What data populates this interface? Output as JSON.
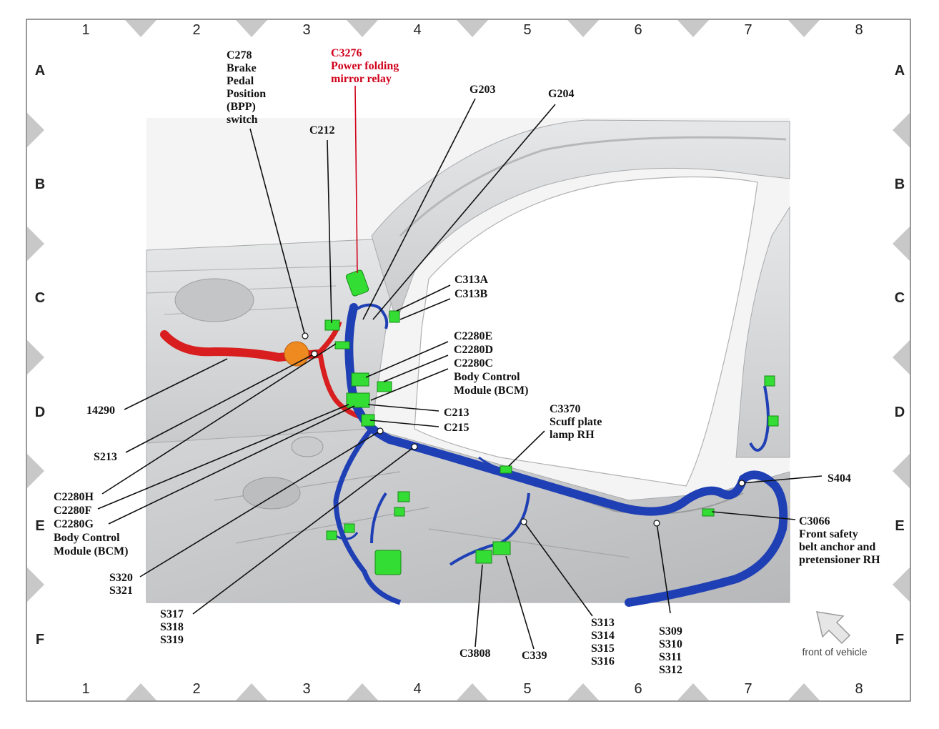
{
  "grid": {
    "columns": [
      "1",
      "2",
      "3",
      "4",
      "5",
      "6",
      "7",
      "8"
    ],
    "rows": [
      "A",
      "B",
      "C",
      "D",
      "E",
      "F"
    ]
  },
  "colors": {
    "harness_blue": "#1f3fb5",
    "harness_red": "#d81e1e",
    "connector_green": "#33dd33",
    "highlight_red": "#d0021b",
    "body_gray": "#d9dadb"
  },
  "labels": {
    "c278": [
      "C278",
      "Brake",
      "Pedal",
      "Position",
      "(BPP)",
      "switch"
    ],
    "c3276": [
      "C3276",
      "Power folding",
      "mirror relay"
    ],
    "c212": [
      "C212"
    ],
    "g203": [
      "G203"
    ],
    "g204": [
      "G204"
    ],
    "c313": [
      "C313A",
      "C313B"
    ],
    "c2280_right": [
      "C2280E",
      "C2280D",
      "C2280C",
      "Body Control",
      "Module (BCM)"
    ],
    "c213": [
      "C213"
    ],
    "c215": [
      "C215"
    ],
    "c3370": [
      "C3370",
      "Scuff plate",
      "lamp RH"
    ],
    "s404": [
      "S404"
    ],
    "c3066": [
      "C3066",
      "Front safety",
      "belt anchor and",
      "pretensioner RH"
    ],
    "n14290": [
      "14290"
    ],
    "s213": [
      "S213"
    ],
    "c2280_left": [
      "C2280H",
      "C2280F",
      "C2280G",
      "Body Control",
      "Module (BCM)"
    ],
    "s320": [
      "S320",
      "S321"
    ],
    "s317": [
      "S317",
      "S318",
      "S319"
    ],
    "c3808": [
      "C3808"
    ],
    "c339": [
      "C339"
    ],
    "s313": [
      "S313",
      "S314",
      "S315",
      "S316"
    ],
    "s309": [
      "S309",
      "S310",
      "S311",
      "S312"
    ]
  },
  "front_of_vehicle": "front of vehicle",
  "arrow_icon": "front-arrow-icon"
}
